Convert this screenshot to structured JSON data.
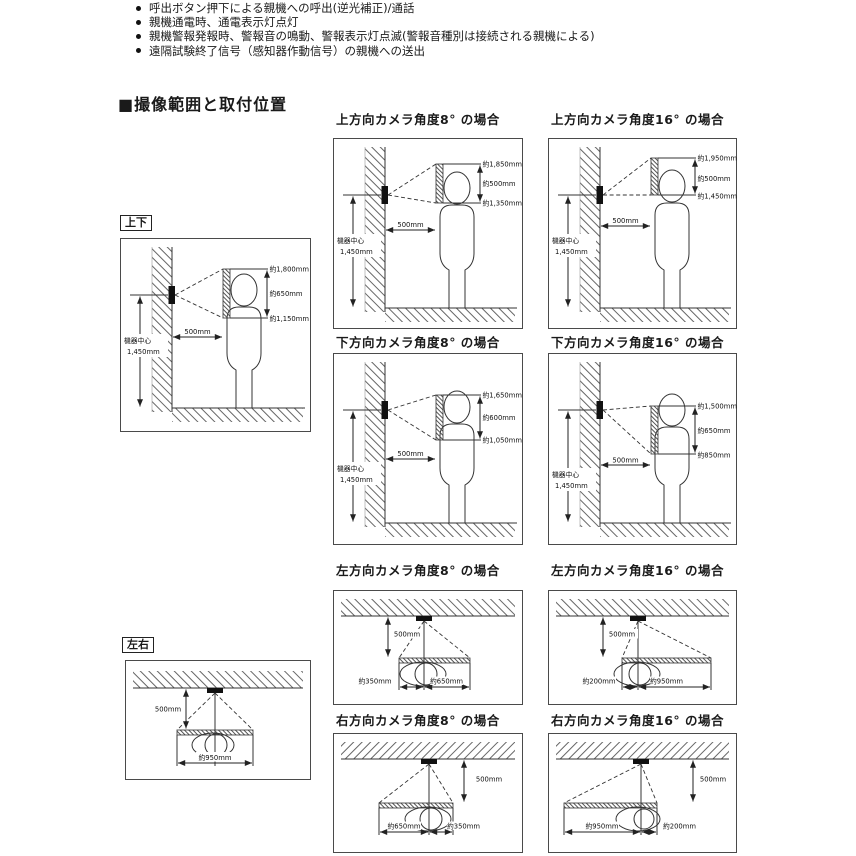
{
  "document": {
    "bullets": [
      "呼出ボタン押下による親機への呼出(逆光補正)/通話",
      "親機通電時、通電表示灯点灯",
      "親機警報発報時、警報音の鳴動、警報表示灯点滅(警報音種別は接続される親機による)",
      "遠隔試験終了信号（感知器作動信号）の親機への送出"
    ],
    "section_title": "■撮像範囲と取付位置"
  },
  "diagrams": {
    "updown": {
      "label": "上下",
      "range_top": "約1,800mm",
      "range_span": "約650mm",
      "range_bottom": "約1,150mm",
      "distance": "500mm",
      "device_center_1": "機器中心",
      "device_center_2": "1,450mm"
    },
    "up8": {
      "title": "上方向カメラ角度8° の場合",
      "range_top": "約1,850mm",
      "range_span": "約500mm",
      "range_bottom": "約1,350mm",
      "distance": "500mm",
      "device_center_1": "機器中心",
      "device_center_2": "1,450mm"
    },
    "up16": {
      "title": "上方向カメラ角度16° の場合",
      "range_top": "約1,950mm",
      "range_span": "約500mm",
      "range_bottom": "約1,450mm",
      "distance": "500mm",
      "device_center_1": "機器中心",
      "device_center_2": "1,450mm"
    },
    "down8": {
      "title": "下方向カメラ角度8° の場合",
      "range_top": "約1,650mm",
      "range_span": "約600mm",
      "range_bottom": "約1,050mm",
      "distance": "500mm",
      "device_center_1": "機器中心",
      "device_center_2": "1,450mm"
    },
    "down16": {
      "title": "下方向カメラ角度16° の場合",
      "range_top": "約1,500mm",
      "range_span": "約650mm",
      "range_bottom": "約850mm",
      "distance": "500mm",
      "device_center_1": "機器中心",
      "device_center_2": "1,450mm"
    },
    "leftright": {
      "label": "左右",
      "width_total": "約950mm",
      "distance": "500mm"
    },
    "left8": {
      "title": "左方向カメラ角度8° の場合",
      "left_label": "約350mm",
      "right_label": "約650mm",
      "distance": "500mm"
    },
    "left16": {
      "title": "左方向カメラ角度16° の場合",
      "left_label": "約200mm",
      "right_label": "約950mm",
      "distance": "500mm"
    },
    "right8": {
      "title": "右方向カメラ角度8° の場合",
      "left_label": "約650mm",
      "right_label": "約350mm",
      "distance": "500mm"
    },
    "right16": {
      "title": "右方向カメラ角度16° の場合",
      "left_label": "約950mm",
      "right_label": "約200mm",
      "distance": "500mm"
    }
  }
}
